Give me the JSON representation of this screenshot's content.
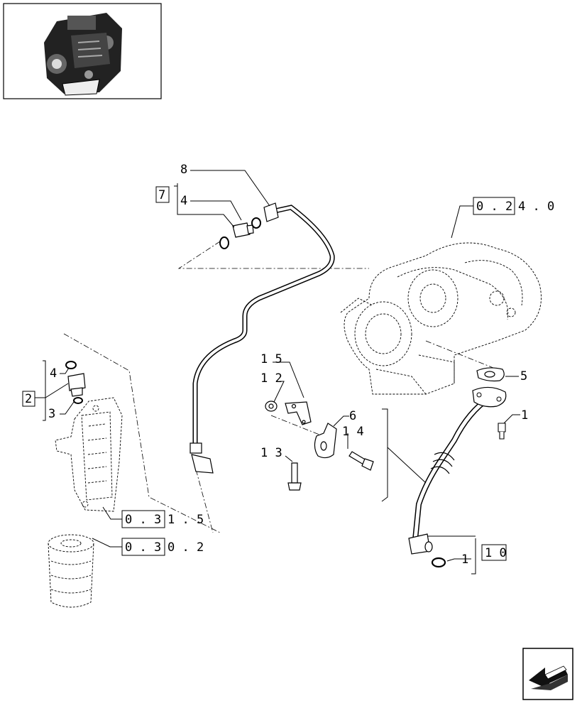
{
  "thumbnail": {
    "icon": "engine-thumbnail-icon"
  },
  "callouts": {
    "c1a": "1",
    "c1b": "1",
    "c2": "2",
    "c3": "3",
    "c4a": "4",
    "c4b": "4",
    "c5": "5",
    "c6": "6",
    "c7": "7",
    "c8": "8",
    "c10": "1 0",
    "c12": "1 2",
    "c13": "1 3",
    "c14": "1 4",
    "c15": "1 5"
  },
  "references": {
    "turbo_boxed": "0 . 2",
    "turbo_rest": "4 . 0",
    "filterhead_boxed": "0 . 3",
    "filterhead_rest": "1 . 5",
    "filter_boxed": "0 . 3",
    "filter_rest": "0 . 2"
  },
  "nav": {
    "icon": "next-page-arrow-icon"
  }
}
